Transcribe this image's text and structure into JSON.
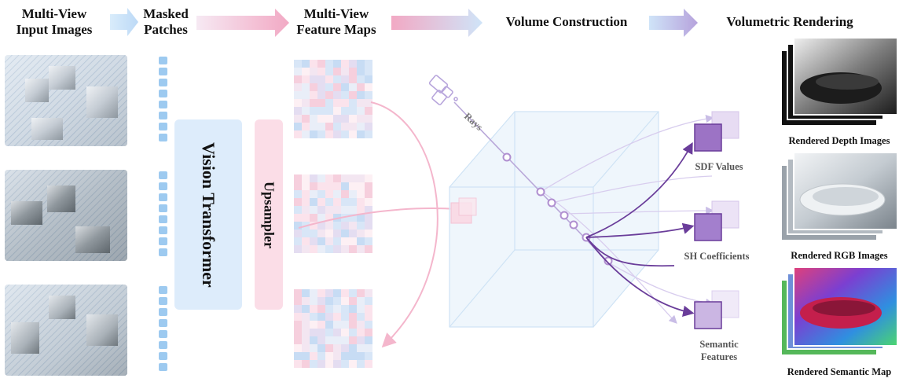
{
  "headers": {
    "input": "Multi-View\nInput Images",
    "patches": "Masked\nPatches",
    "features": "Multi-View\nFeature Maps",
    "volume": "Volume Construction",
    "rendering": "Volumetric Rendering"
  },
  "blocks": {
    "vit": "Vision Transformer",
    "upsampler": "Upsampler"
  },
  "labels": {
    "rays": "Rays",
    "sdf": "SDF Values",
    "sh": "SH Coefficients",
    "semantic": "Semantic\nFeatures"
  },
  "outputs": {
    "depth": "Rendered Depth Images",
    "rgb": "Rendered RGB Images",
    "semantic": "Rendered Semantic Map"
  },
  "colors": {
    "purple": "#6a3d9a",
    "pink": "#f4b6cc",
    "light_blue": "#dcebfb",
    "cube": "#cfe3f5"
  }
}
